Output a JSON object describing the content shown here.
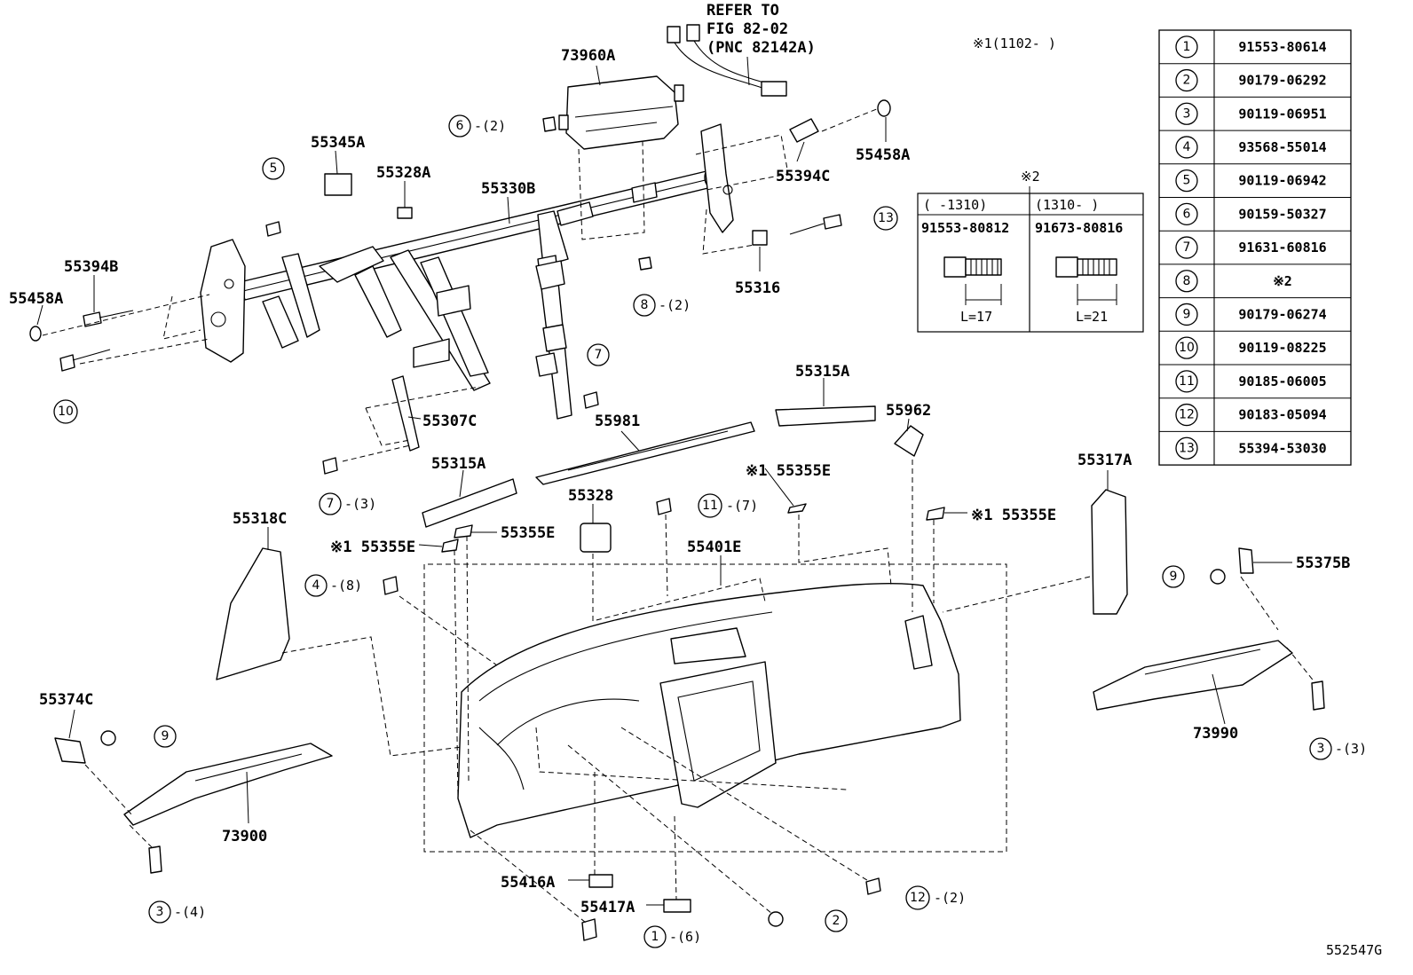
{
  "diagram": {
    "callouts": {
      "refer_line1": "REFER TO",
      "refer_line2": "FIG 82-02",
      "refer_line3": "(PNC 82142A)",
      "note1": "※1(1102-    )",
      "drawing_no": "552547G"
    },
    "parts": {
      "p73960A": "73960A",
      "p55345A": "55345A",
      "p55328A": "55328A",
      "p55330B": "55330B",
      "p55394C": "55394C",
      "p55458A_r": "55458A",
      "p55394B": "55394B",
      "p55458A_l": "55458A",
      "p55316": "55316",
      "p55307C": "55307C",
      "p55315A_r": "55315A",
      "p55962": "55962",
      "p55981": "55981",
      "p55315A_l": "55315A",
      "p55328": "55328",
      "p55355E_c": "※1 55355E",
      "p55355E_l": "※1 55355E",
      "p55355E_m": "55355E",
      "p55355E_r": "※1 55355E",
      "p55401E": "55401E",
      "p55318C": "55318C",
      "p55317A": "55317A",
      "p55375B": "55375B",
      "p73990": "73990",
      "p55374C": "55374C",
      "p73900": "73900",
      "p55416A": "55416A",
      "p55417A": "55417A"
    },
    "qty": {
      "q6": "-(2)",
      "q8": "-(2)",
      "q7b": "-(3)",
      "q11": "-(7)",
      "q4": "-(8)",
      "q3r": "-(3)",
      "q3l": "-(4)",
      "q12": "-(2)",
      "q1": "-(6)"
    },
    "circle_labels": {
      "c5": "5",
      "c6": "6",
      "c8": "8",
      "c13": "13",
      "c10": "10",
      "c7a": "7",
      "c7b": "7",
      "c11": "11",
      "c4": "4",
      "c9r": "9",
      "c9l": "9",
      "c3r": "3",
      "c3l": "3",
      "c12": "12",
      "c2": "2",
      "c1": "1"
    },
    "note2": {
      "marker": "※2",
      "col1_header": "(    -1310)",
      "col2_header": "(1310-     )",
      "col1_part": "91553-80812",
      "col2_part": "91673-80816",
      "col1_len": "L=17",
      "col2_len": "L=21"
    },
    "legend_table": [
      {
        "n": "1",
        "part": "91553-80614"
      },
      {
        "n": "2",
        "part": "90179-06292"
      },
      {
        "n": "3",
        "part": "90119-06951"
      },
      {
        "n": "4",
        "part": "93568-55014"
      },
      {
        "n": "5",
        "part": "90119-06942"
      },
      {
        "n": "6",
        "part": "90159-50327"
      },
      {
        "n": "7",
        "part": "91631-60816"
      },
      {
        "n": "8",
        "part": "※2"
      },
      {
        "n": "9",
        "part": "90179-06274"
      },
      {
        "n": "10",
        "part": "90119-08225"
      },
      {
        "n": "11",
        "part": "90185-06005"
      },
      {
        "n": "12",
        "part": "90183-05094"
      },
      {
        "n": "13",
        "part": "55394-53030"
      }
    ]
  }
}
